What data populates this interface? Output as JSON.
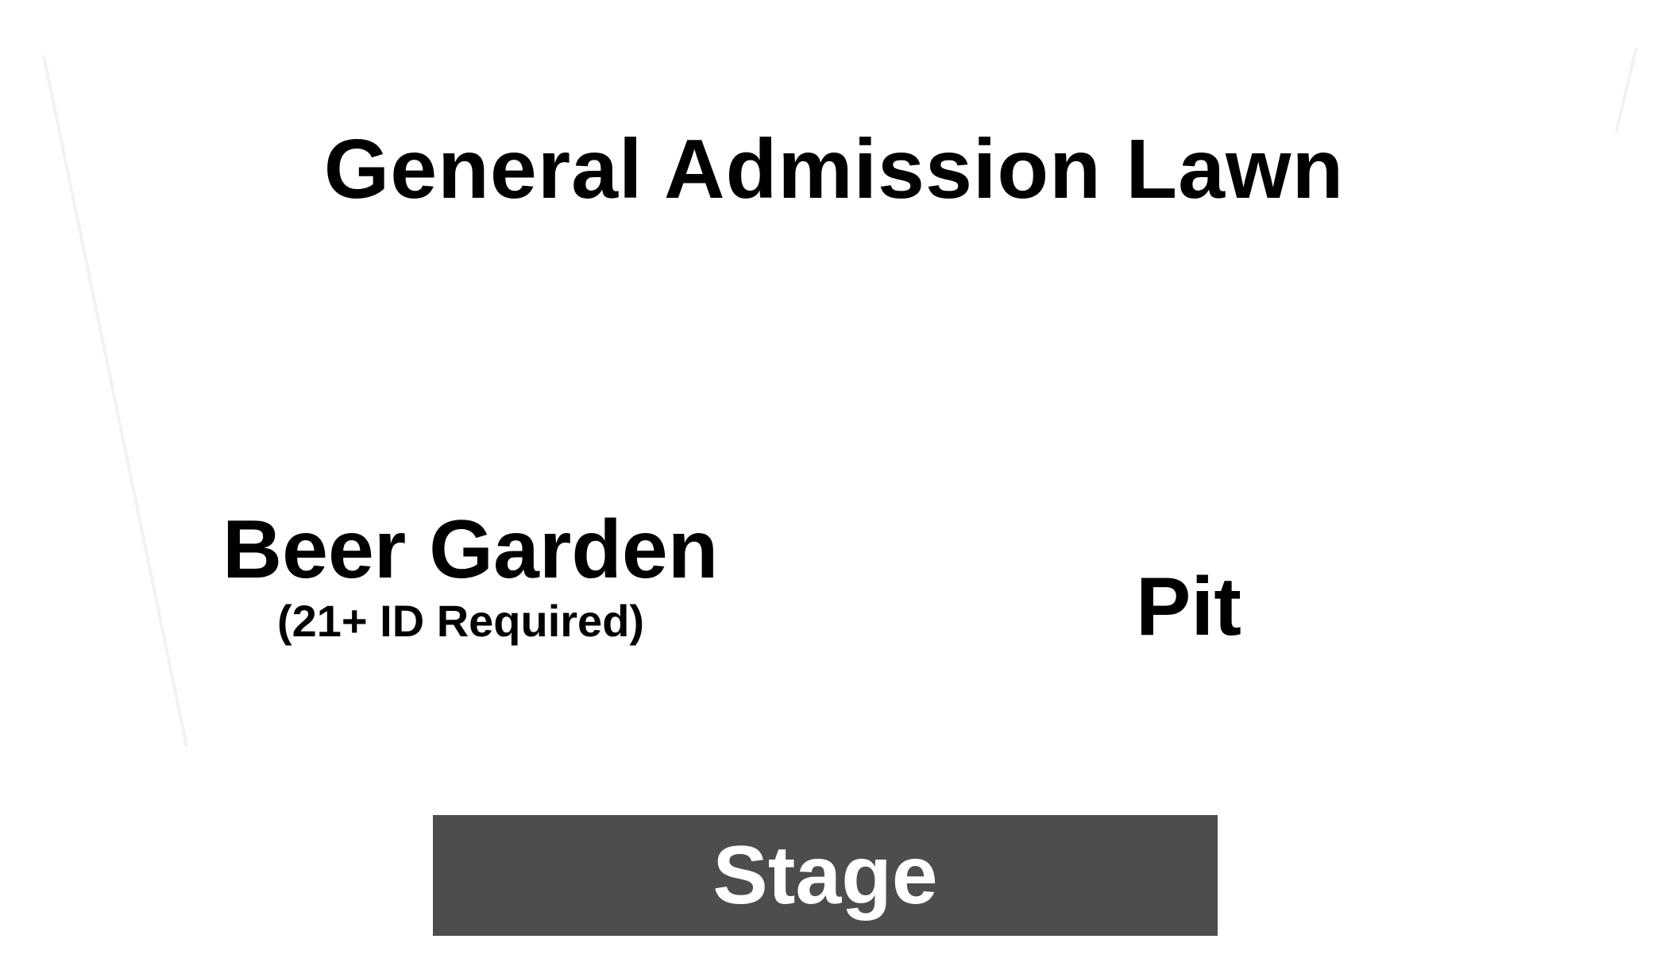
{
  "sections": {
    "lawn": {
      "label": "General Admission Lawn"
    },
    "beer_garden": {
      "label": "Beer Garden",
      "note": "(21+ ID Required)"
    },
    "pit": {
      "label": "Pit"
    },
    "stage": {
      "label": "Stage"
    }
  },
  "colors": {
    "background": "#ffffff",
    "stage_fill": "#4d4d4d",
    "label_text": "#000000",
    "stage_text": "#ffffff",
    "boundary_lines": "#f0f0f0"
  }
}
